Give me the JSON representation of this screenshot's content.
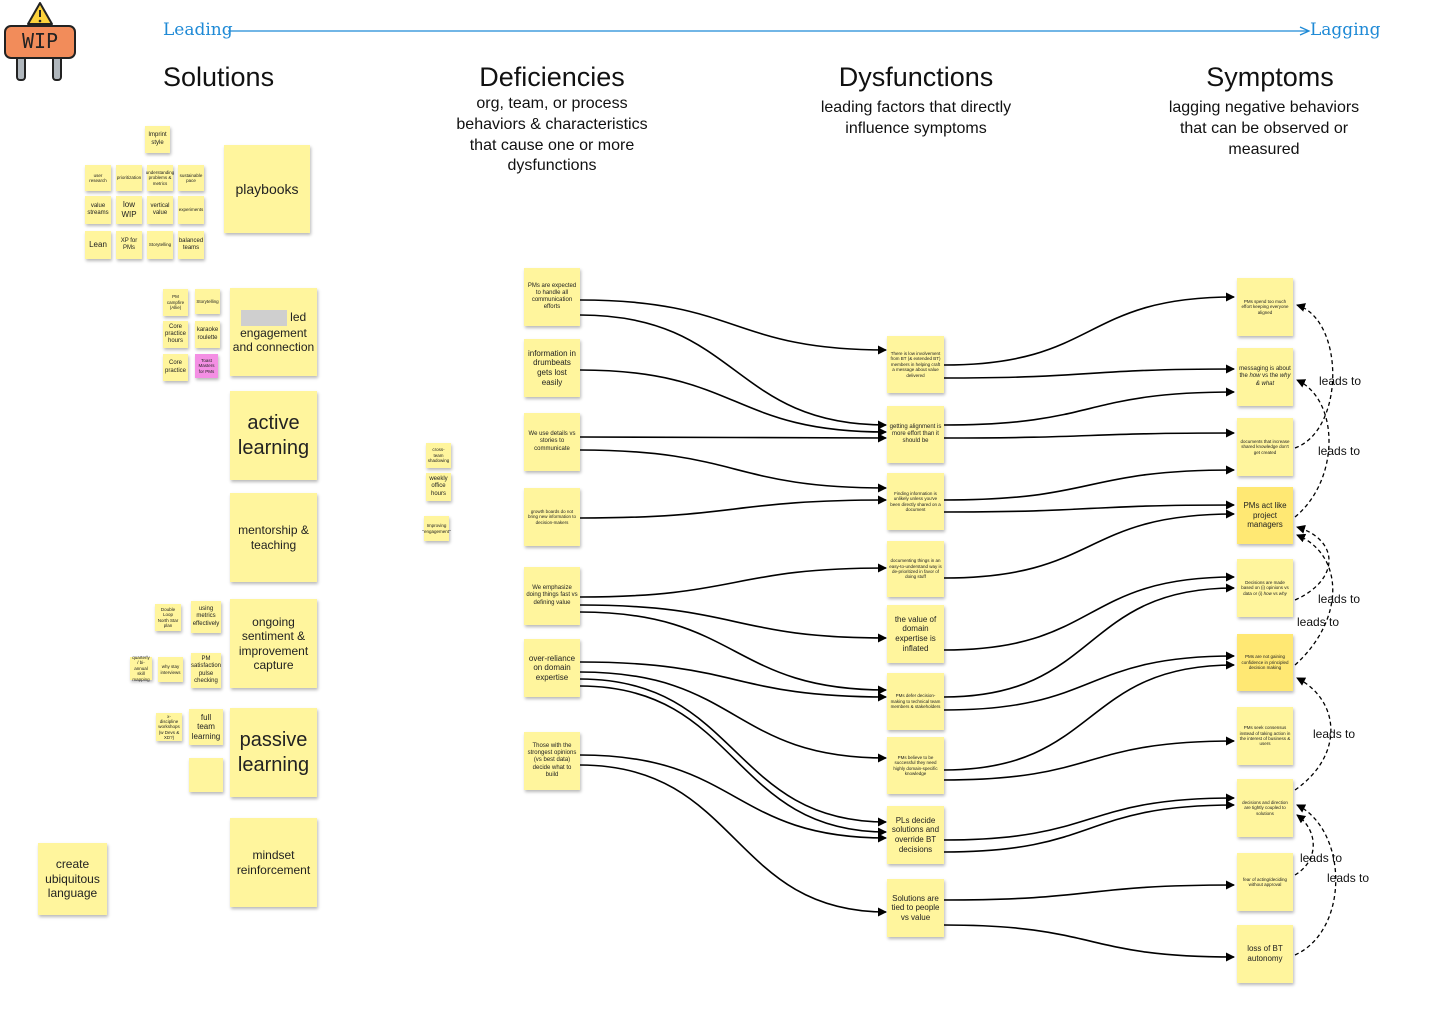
{
  "wip_sign": {
    "label": "WIP"
  },
  "axis": {
    "leading": "Leading",
    "lagging": "Lagging"
  },
  "columns": {
    "solutions": {
      "title": "Solutions",
      "subtitle": ""
    },
    "deficiencies": {
      "title": "Deficiencies",
      "subtitle": "org, team, or process behaviors & characteristics that cause one or more dysfunctions"
    },
    "dysfunctions": {
      "title": "Dysfunctions",
      "subtitle": "leading factors that directly influence symptoms"
    },
    "symptoms": {
      "title": "Symptoms",
      "subtitle": "lagging negative behaviors that can be observed or measured"
    }
  },
  "solutions": {
    "playbooks": {
      "label": "playbooks",
      "items": [
        "Imprint style",
        "user research",
        "prioritization",
        "understanding problems & metrics",
        "sustainable pace",
        "value streams",
        "low WIP",
        "vertical value",
        "experiments",
        "Lean",
        "XP for PMs",
        "Storytelling",
        "balanced teams"
      ]
    },
    "engagement": {
      "label_suffix": "led engagement and connection",
      "items": [
        "PM campfire (Allie)",
        "Storytelling",
        "Core practice hours",
        "karaoke roulette",
        "Core practice",
        "Toast Masters for PMs"
      ]
    },
    "active_learning": {
      "label": "active learning"
    },
    "floating": [
      "cross-team shadowing",
      "weekly office hours",
      "Improving \"engagement\""
    ],
    "mentorship": {
      "label": "mentorship & teaching"
    },
    "sentiment": {
      "label": "ongoing sentiment & improvement capture",
      "items": [
        "Double Loop North Star plan",
        "using metrics effectively",
        "quarterly / bi-annual skill mapping",
        "why stay interviews",
        "PM satisfaction pulse checking"
      ]
    },
    "passive_learning": {
      "label": "passive learning",
      "items": [
        "x-discipline workshops (w Devs & XD?)",
        "full team learning",
        ""
      ]
    },
    "mindset": {
      "label": "mindset reinforcement"
    },
    "ubiquitous": {
      "label": "create ubiquitous language"
    }
  },
  "deficiencies": [
    "PMs are expected to handle all communication efforts",
    "information in drumbeats gets lost easily",
    "We use details vs stories to communicate",
    "growth boards do not bring new information to decision-makers",
    "We emphasize doing things fast vs defining value",
    "over-reliance on domain expertise",
    "Those with the strongest opinions (vs best data) decide what to build"
  ],
  "dysfunctions": [
    "There is low involvement from BT (& extended BT) members in helping craft a message about value delivered",
    "getting alignment is more effort than it should be",
    "Finding information is unlikely unless you've been directly shared on a document",
    "documenting things in an easy-to-understand way is de-prioritized in favor of doing stuff",
    "the value of domain expertise is inflated",
    "PMs defer decision-making to technical team members & stakeholders",
    "PMs believe to be successful they need highly domain-specific knowledge",
    "PLs decide solutions and override BT decisions",
    "Solutions are tied to people vs value"
  ],
  "symptoms": [
    {
      "pre": "PMs spend too much effort keeping everyone aligned"
    },
    {
      "pre": "messaging is about the ",
      "em1": "how",
      "mid": " vs the ",
      "em2": "why & what"
    },
    {
      "pre": "documents that increase shared knowledge don't get created"
    },
    {
      "pre": "PMs act like project managers"
    },
    {
      "pre": "Decisions are made based on (i) opinions vs data or (i) ",
      "em1": "how",
      "mid": " vs ",
      "em2": "why"
    },
    {
      "pre": "PMs are not gaining confidence in principled decision making"
    },
    {
      "pre": "PMs seek consensus instead of taking action in the interest of business & users"
    },
    {
      "pre": "decisions and direction are tightly coupled to solutions"
    },
    {
      "pre": "fear of acting/deciding without approval"
    },
    {
      "pre": "loss of BT autonomy"
    }
  ],
  "leads_to": [
    "leads to",
    "leads to",
    "leads to",
    "leads to",
    "leads to",
    "leads to",
    "leads to"
  ],
  "colors": {
    "sticky": "#fff59d",
    "sticky_dark": "#ffe873",
    "sticky_pink": "#f48fe4",
    "axis": "#1f8ad6",
    "wip": "#f28c5a"
  }
}
